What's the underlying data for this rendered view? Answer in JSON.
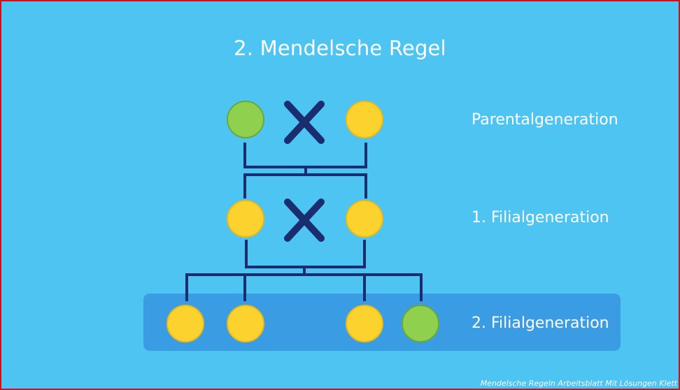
{
  "title": "2. Mendelsche Regel",
  "generations": [
    {
      "label": "Parentalgeneration"
    },
    {
      "label": "1. Filialgeneration"
    },
    {
      "label": "2. Filialgeneration"
    }
  ],
  "watermark": "Mendelsche Regeln Arbeitsblatt Mit Lösungen Klett",
  "colors": {
    "background": "#4ec4f2",
    "highlight": "#3a9ce3",
    "green": "#8fd14f",
    "yellow": "#fbd22e",
    "line": "#1a2d6e",
    "frame": "#d01018"
  },
  "circles": {
    "parental": [
      "green",
      "yellow"
    ],
    "f1": [
      "yellow",
      "yellow"
    ],
    "f2": [
      "yellow",
      "yellow",
      "yellow",
      "green"
    ]
  }
}
